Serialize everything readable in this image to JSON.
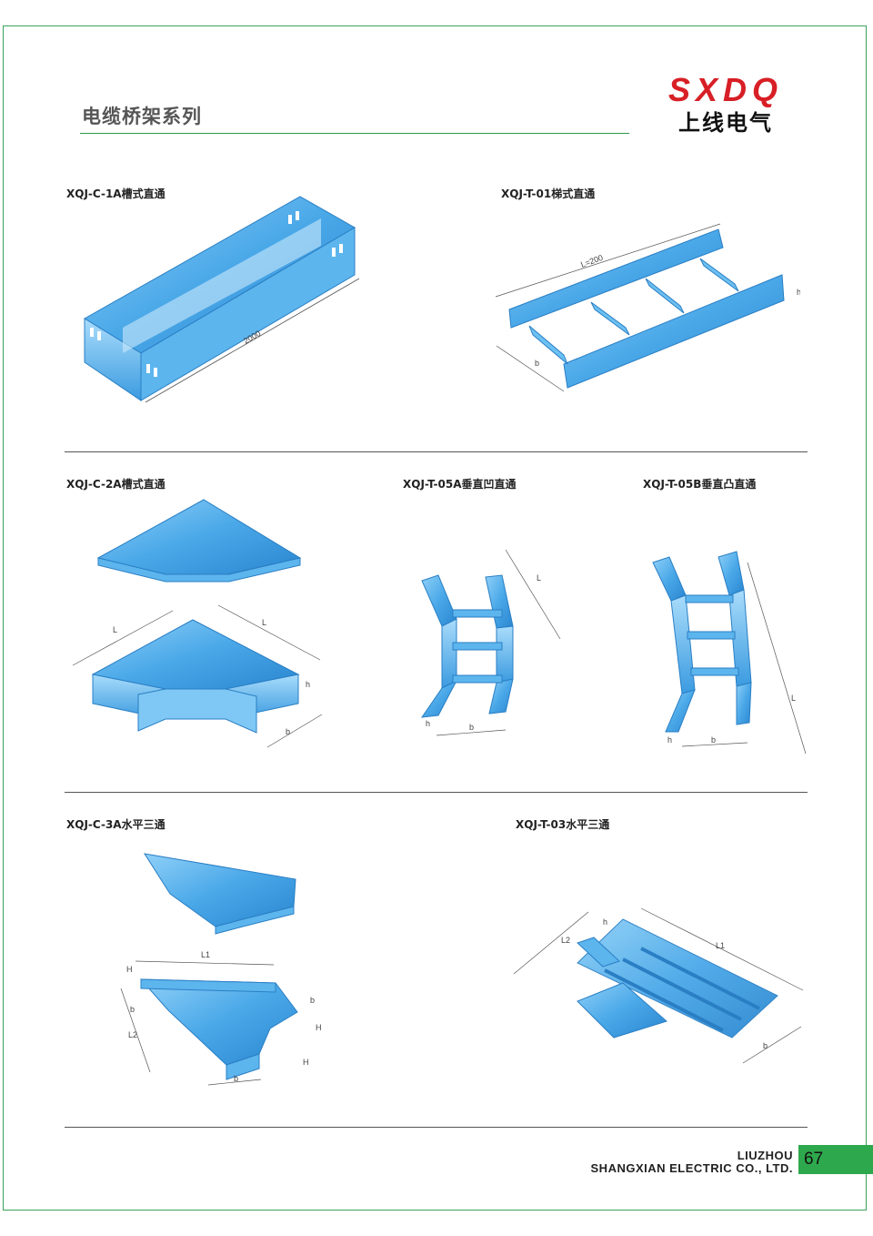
{
  "page_title": "电缆桥架系列",
  "brand": {
    "name_en": "SXDQ",
    "name_cn": "上线电气"
  },
  "products": [
    {
      "code": "XQJ-C-1A槽式直通",
      "dims": [
        "2000"
      ]
    },
    {
      "code": "XQJ-T-01梯式直通",
      "dims": [
        "L=200",
        "h",
        "b"
      ]
    },
    {
      "code": "XQJ-C-2A槽式直通",
      "dims": [
        "L",
        "L",
        "h",
        "b"
      ]
    },
    {
      "code": "XQJ-T-05A垂直凹直通",
      "dims": [
        "L",
        "h",
        "b"
      ]
    },
    {
      "code": "XQJ-T-05B垂直凸直通",
      "dims": [
        "L",
        "h",
        "b"
      ]
    },
    {
      "code": "XQJ-C-3A水平三通",
      "dims": [
        "L1",
        "H",
        "b",
        "L2",
        "b",
        "H",
        "H",
        "b"
      ]
    },
    {
      "code": "XQJ-T-03水平三通",
      "dims": [
        "L2",
        "h",
        "L1",
        "b"
      ]
    }
  ],
  "footer": {
    "city": "LIUZHOU",
    "company": "SHANGXIAN ELECTRIC CO., LTD.",
    "page": "67"
  },
  "colors": {
    "accent_green": "#2ea84c",
    "brand_red": "#d81f26",
    "tray_blue": "#4aa8e8"
  }
}
